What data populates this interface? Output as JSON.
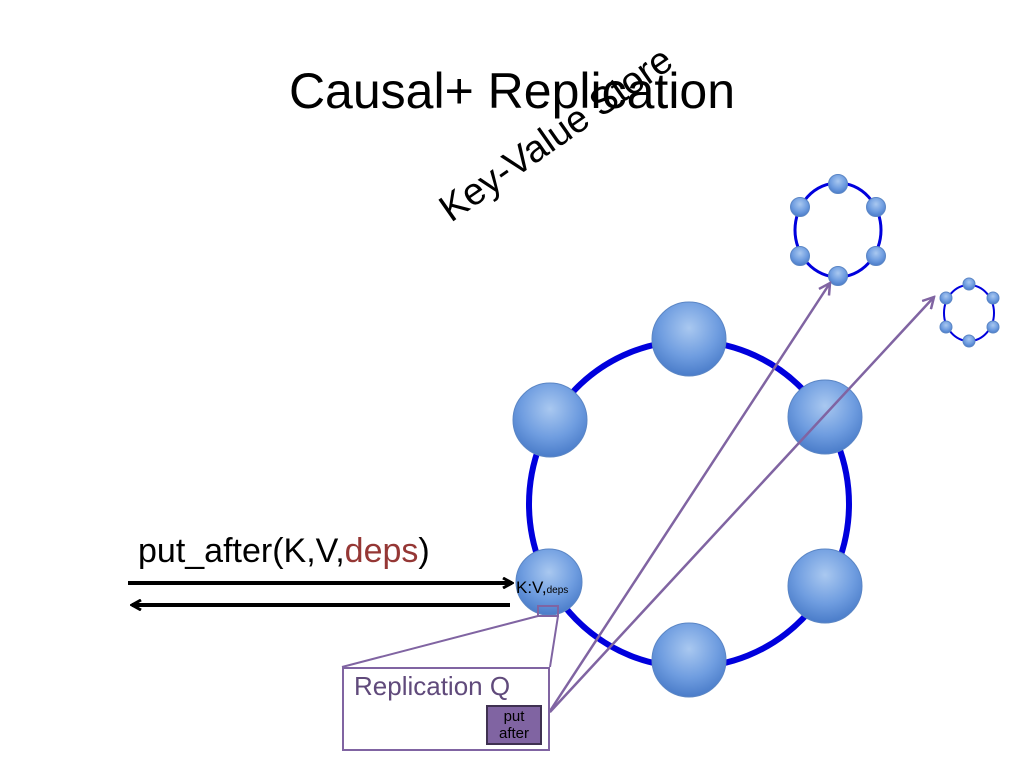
{
  "title": "Causal+ Replication",
  "kv_store_label": "Key-Value Store",
  "operation": {
    "name": "put_after(K,V,",
    "deps": "deps",
    "close": ")",
    "deps_color": "#953735"
  },
  "node_label": {
    "main": "K:V,",
    "sub": "deps"
  },
  "replication_queue": {
    "title": "Replication Q",
    "entry_line1": "put",
    "entry_line2": "after"
  },
  "colors": {
    "ring": "#0000dd",
    "node_fill": "#4f81bd",
    "queue_border": "#8064a2",
    "queue_text": "#604a7b"
  }
}
